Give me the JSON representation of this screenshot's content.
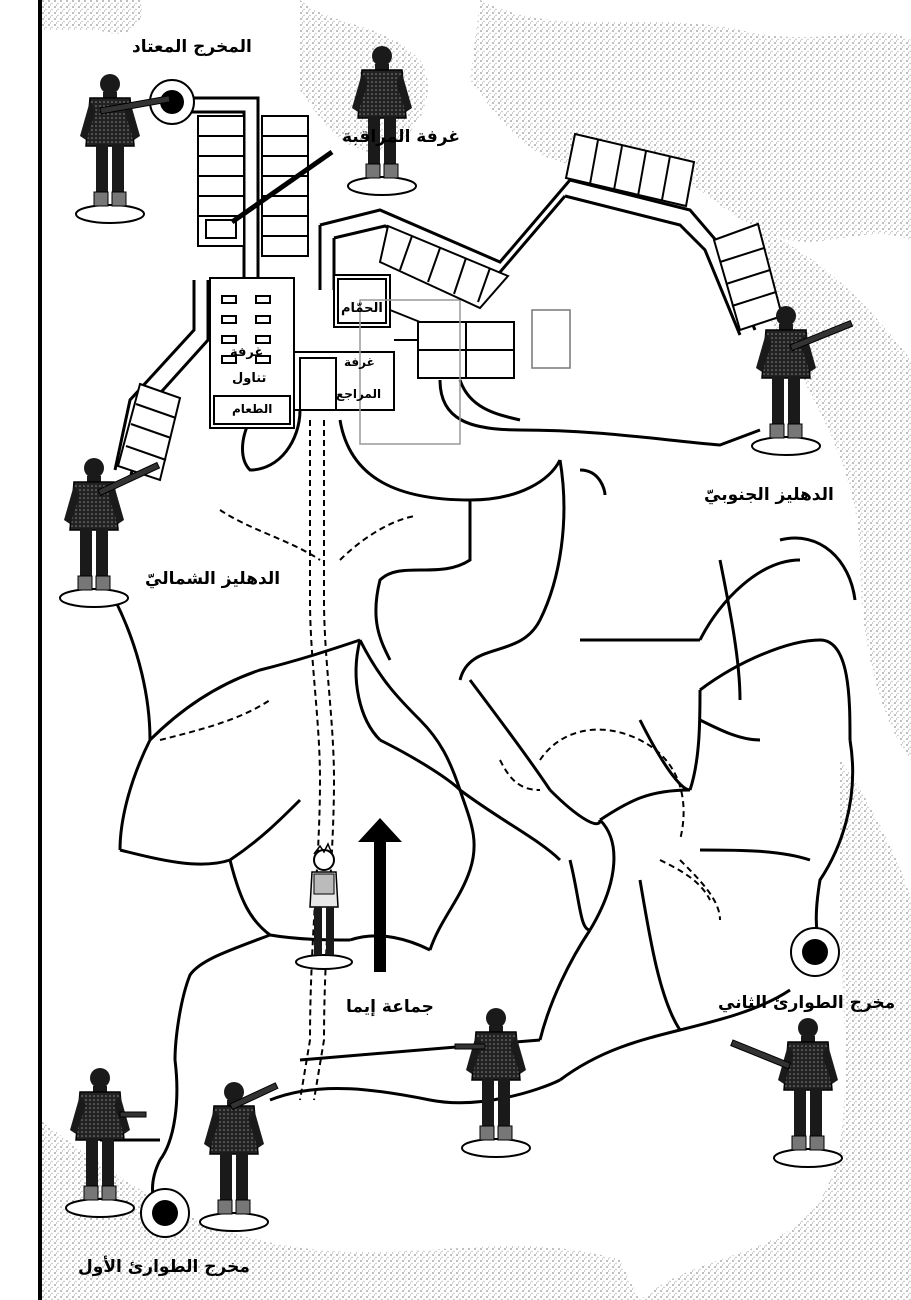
{
  "map": {
    "labels": {
      "usual_exit": "المخرج المعتاد",
      "monitoring_room": "غرفة المراقبة",
      "bathroom": "الحمّام",
      "dining_room_line1": "غرفة",
      "dining_room_line2": "تناول",
      "dining_room_line3": "الطعام",
      "references_room_line1": "غرفة",
      "references_room_line2": "المراجع",
      "south_corridor": "الدهليز الجنوبيّ",
      "north_corridor": "الدهليز الشماليّ",
      "emma_group": "جماعة إيما",
      "second_emergency_exit": "مخرج الطوارئ الثاني",
      "first_emergency_exit": "مخرج الطوارئ الأول"
    },
    "figures": [
      "guard",
      "guard",
      "guard",
      "guard",
      "guard",
      "guard",
      "guard",
      "child"
    ],
    "arrow_direction": "up",
    "colors": {
      "ink": "#000000",
      "paper": "#ffffff",
      "texture": "#8a8a8a"
    }
  }
}
